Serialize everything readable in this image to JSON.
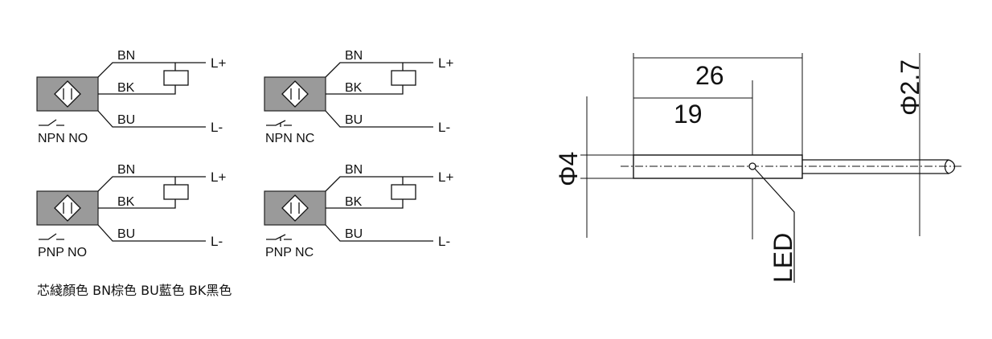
{
  "wiring": {
    "circuits": [
      {
        "caption": "NPN NO",
        "wires": [
          "BN",
          "BK",
          "BU"
        ],
        "terminals": [
          "L+",
          "L-"
        ]
      },
      {
        "caption": "NPN NC",
        "wires": [
          "BN",
          "BK",
          "BU"
        ],
        "terminals": [
          "L+",
          "L-"
        ]
      },
      {
        "caption": "PNP NO",
        "wires": [
          "BN",
          "BK",
          "BU"
        ],
        "terminals": [
          "L+",
          "L-"
        ]
      },
      {
        "caption": "PNP NC",
        "wires": [
          "BN",
          "BK",
          "BU"
        ],
        "terminals": [
          "L+",
          "L-"
        ]
      }
    ],
    "legend": "芯綫顏色 BN棕色 BU藍色 BK黑色"
  },
  "dimensions": {
    "total_length": "26",
    "led_position": "19",
    "body_diameter": "Φ4",
    "cable_diameter": "Φ2.7",
    "led_label": "LED"
  }
}
